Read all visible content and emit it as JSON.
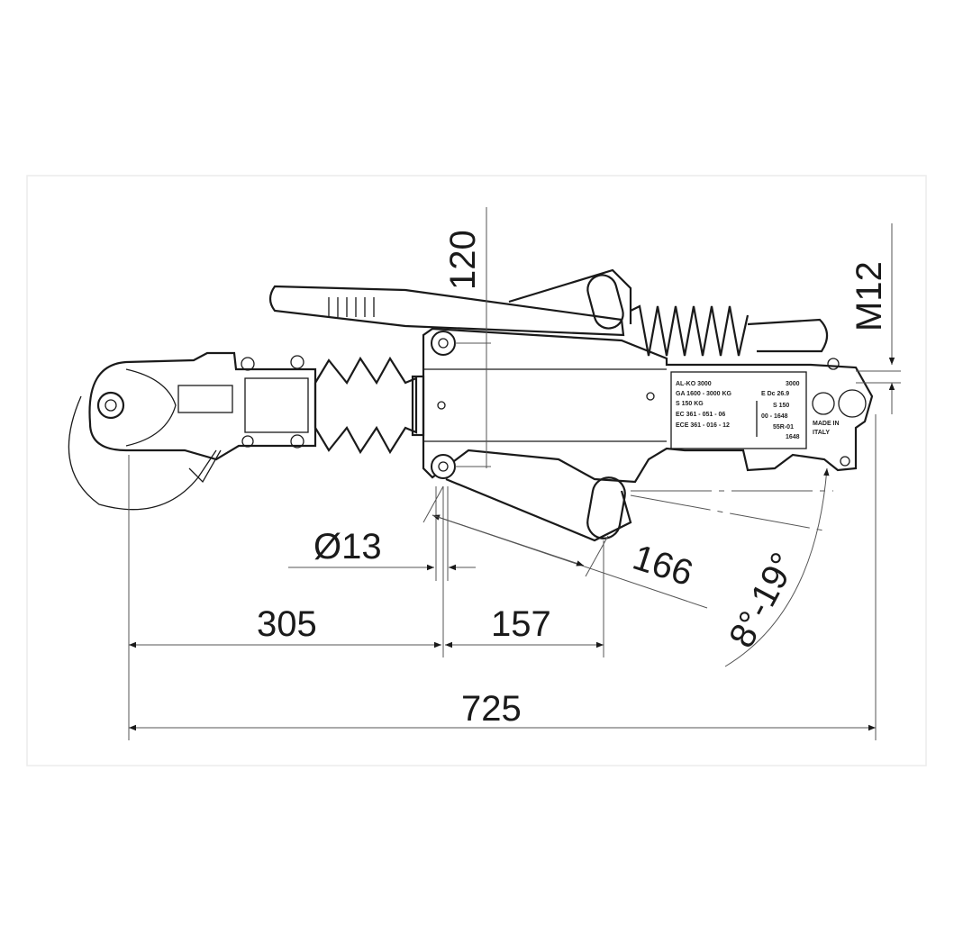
{
  "title": "Overrun coupling dimension drawing",
  "dimensions": {
    "height_120": "120",
    "thread_m12": "M12",
    "hole_d13": "Ø13",
    "length_305": "305",
    "length_157": "157",
    "length_166": "166",
    "total_725": "725",
    "angle_range": "8°-19°"
  },
  "nameplate": {
    "lines_left": [
      "AL-KO 3000",
      "GA 1600 - 3000 KG",
      "S 150 KG",
      "EC 361 - 051 - 06",
      "ECE 361 - 016 - 12"
    ],
    "lines_right": [
      "3000",
      "E Dc 26.9",
      "S 150",
      "00 - 1648",
      "55R-01",
      "1648"
    ],
    "made_in": [
      "MADE IN",
      "ITALY"
    ]
  },
  "colors": {
    "line": "#1a1a1a",
    "frame": "#e6e6e6"
  }
}
